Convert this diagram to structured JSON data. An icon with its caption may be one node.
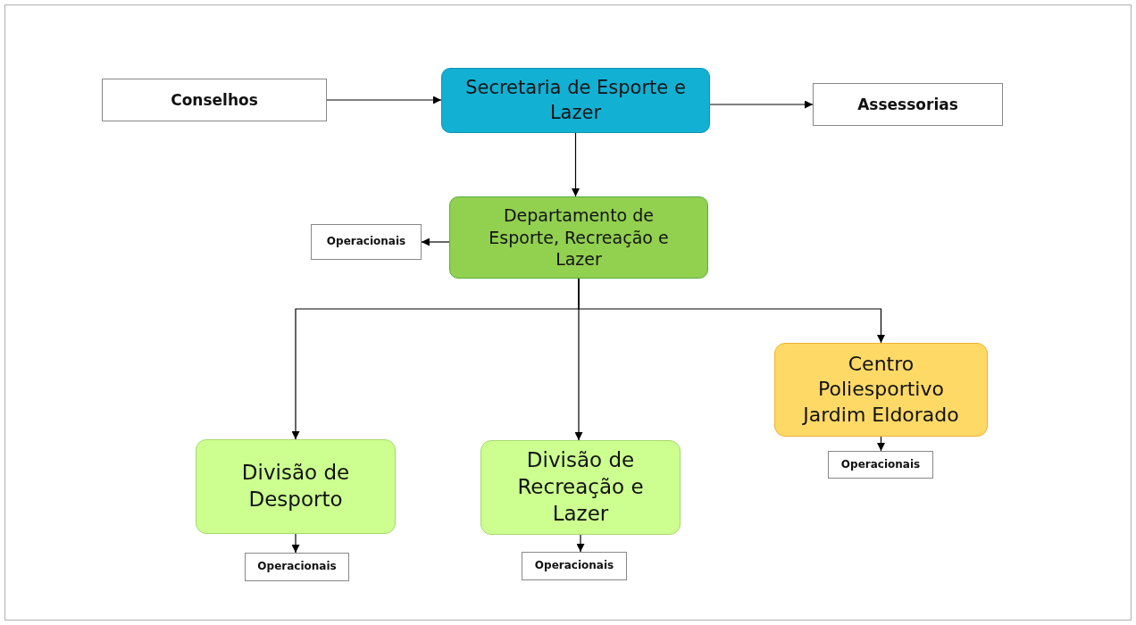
{
  "diagram": {
    "nodes": [
      {
        "text": [
          "Conselhos"
        ]
      },
      {
        "text": [
          "Secretaria de Esporte e Lazer"
        ]
      },
      {
        "text": [
          "Assessorias"
        ]
      },
      {
        "text": [
          "Departamento de Esporte, Recreação e Lazer"
        ]
      },
      {
        "text": [
          "Operacionais"
        ]
      },
      {
        "text": [
          "Divisão de Desporto"
        ]
      },
      {
        "text": [
          "Divisão de Recreação e Lazer"
        ]
      },
      {
        "text": [
          "Centro Poliesportivo Jardim Eldorado"
        ]
      },
      {
        "text": [
          "Operacionais"
        ]
      },
      {
        "text": [
          "Operacionais"
        ]
      },
      {
        "text": [
          "Operacionais"
        ]
      }
    ],
    "edges": [
      {
        "from": 0,
        "to": 1,
        "arrow": "to"
      },
      {
        "from": 1,
        "to": 2,
        "arrow": "to"
      },
      {
        "from": 1,
        "to": 3,
        "arrow": "to"
      },
      {
        "from": 3,
        "to": 4,
        "arrow": "to"
      },
      {
        "from": 3,
        "to": 5,
        "arrow": "to"
      },
      {
        "from": 3,
        "to": 6,
        "arrow": "to"
      },
      {
        "from": 3,
        "to": 7,
        "arrow": "to"
      },
      {
        "from": 5,
        "to": 8,
        "arrow": "to"
      },
      {
        "from": 6,
        "to": 9,
        "arrow": "to"
      },
      {
        "from": 7,
        "to": 10,
        "arrow": "to"
      }
    ]
  }
}
